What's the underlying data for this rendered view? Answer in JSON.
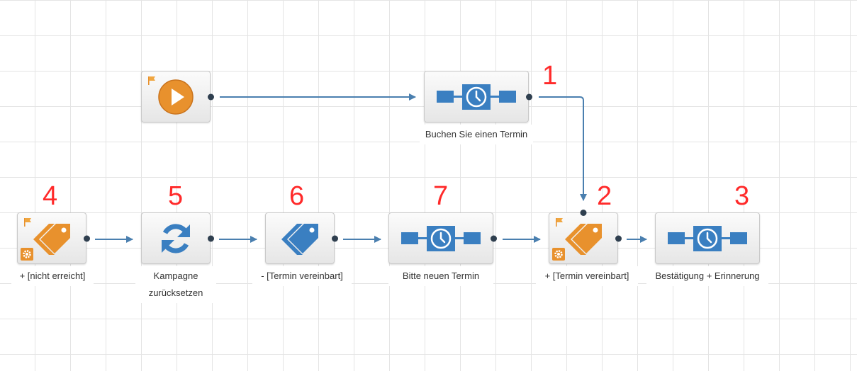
{
  "nodes": {
    "start": {
      "label": ""
    },
    "wait_buchen": {
      "label": "Buchen Sie einen Termin",
      "number": "1"
    },
    "tag_plus_vereinbart": {
      "label": "+ [Termin vereinbart]",
      "number": "2"
    },
    "wait_bestaetigung": {
      "label": "Bestätigung + Erinnerung",
      "number": "3"
    },
    "tag_plus_nicht": {
      "label": "+ [nicht erreicht]",
      "number": "4"
    },
    "reset": {
      "label": "Kampagne zurücksetzen",
      "number": "5"
    },
    "tag_minus_vereinbart": {
      "label": "- [Termin vereinbart]",
      "number": "6"
    },
    "wait_neu": {
      "label": "Bitte neuen Termin",
      "number": "7"
    }
  },
  "colors": {
    "orange": "#e8912d",
    "blue": "#3a7fc1",
    "connector": "#4a7faf",
    "number_red": "#ff2a2a"
  },
  "icons": {
    "start": "play-icon",
    "wait": "timer-icon",
    "tag_add": "tag-icon",
    "tag_remove": "tag-icon",
    "reset": "refresh-icon",
    "flag": "flag-icon",
    "settings": "gear-icon"
  }
}
